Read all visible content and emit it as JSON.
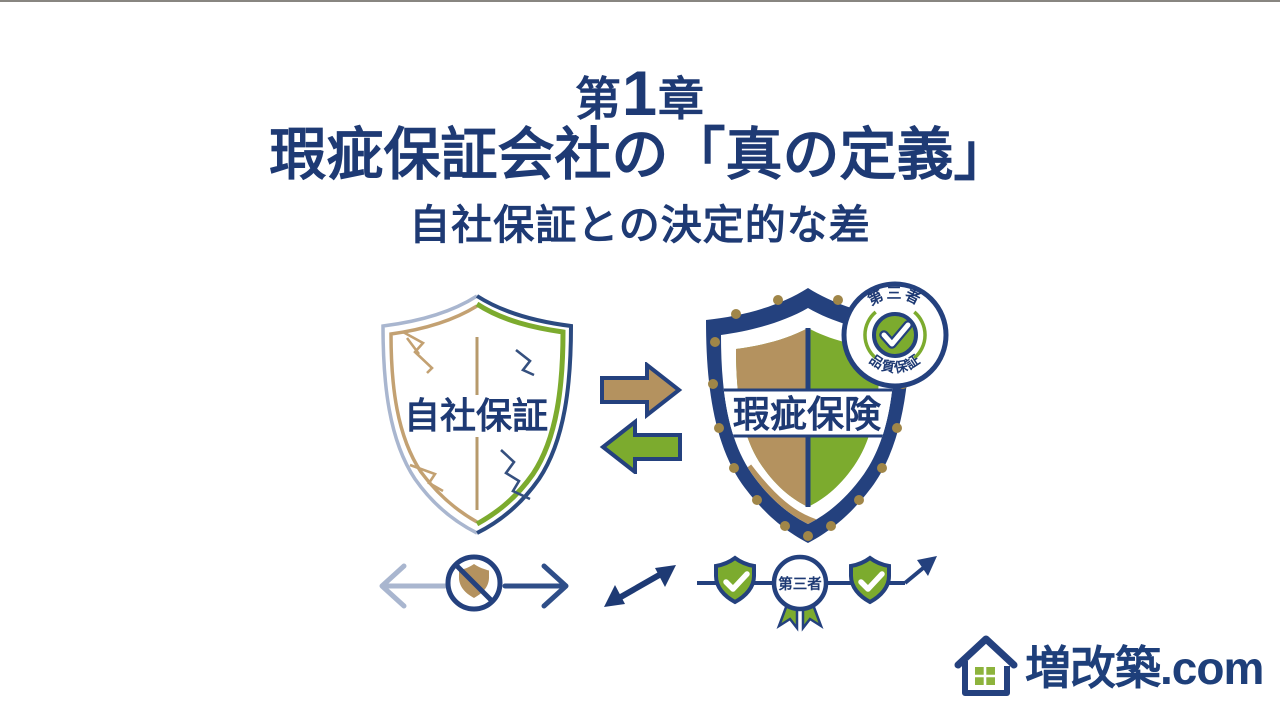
{
  "colors": {
    "navy_text": "#1e3a74",
    "shield_navy": "#24417e",
    "green": "#7cab2e",
    "window_green": "#8db33c",
    "tan": "#b4925f",
    "light_tan": "#c3a172",
    "silver": "#a9b6cf",
    "gold": "#a08648"
  },
  "header": {
    "chapter_prefix": "第",
    "chapter_number": "1",
    "chapter_suffix": "章",
    "title": "瑕疵保証会社の「真の定義」",
    "subtitle": "自社保証との決定的な差"
  },
  "diagram": {
    "left_shield_label": "自社保証",
    "right_shield_label": "瑕疵保険",
    "badge_top_text": "第三者",
    "badge_bottom_text": "品質保証",
    "bottom_badge_text": "第三者"
  },
  "logo": {
    "brand": "増改築.com"
  }
}
